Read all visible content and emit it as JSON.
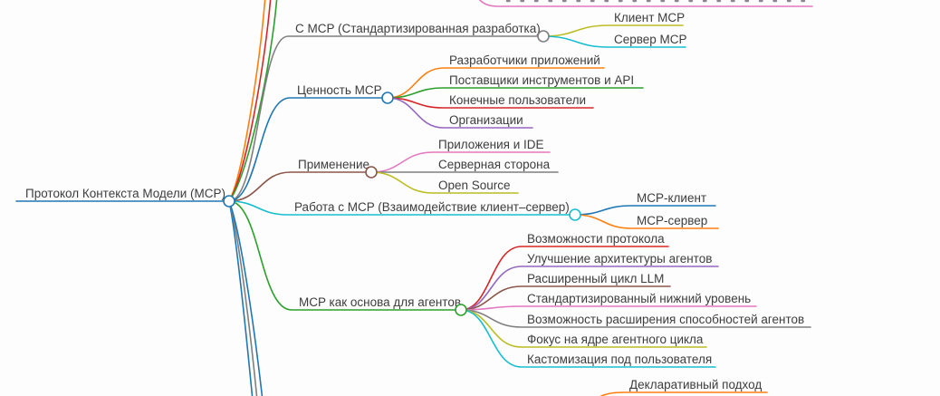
{
  "mindmap": {
    "root": {
      "label": "Протокол Контекста Модели (MCP)",
      "color": "#1f77b4"
    },
    "branches": [
      {
        "label": "С MCP (Стандартизированная разработка)",
        "color": "#7f7f7f",
        "children": [
          {
            "label": "Клиент MCP",
            "color": "#bcbd22"
          },
          {
            "label": "Сервер MCP",
            "color": "#17becf"
          }
        ]
      },
      {
        "label": "Ценность MCP",
        "color": "#1f77b4",
        "children": [
          {
            "label": "Разработчики приложений",
            "color": "#ff7f0e"
          },
          {
            "label": "Поставщики инструментов и API",
            "color": "#2ca02c"
          },
          {
            "label": "Конечные пользователи",
            "color": "#d62728"
          },
          {
            "label": "Организации",
            "color": "#9467bd"
          }
        ]
      },
      {
        "label": "Применение",
        "color": "#8c564b",
        "children": [
          {
            "label": "Приложения и IDE",
            "color": "#e377c2"
          },
          {
            "label": "Серверная сторона",
            "color": "#7f7f7f"
          },
          {
            "label": "Open Source",
            "color": "#bcbd22"
          }
        ]
      },
      {
        "label": "Работа с MCP (Взаимодействие клиент–сервер)",
        "color": "#17becf",
        "children": [
          {
            "label": "MCP-клиент",
            "color": "#1f77b4"
          },
          {
            "label": "MCP-сервер",
            "color": "#ff7f0e"
          }
        ]
      },
      {
        "label": "MCP как основа для агентов",
        "color": "#2ca02c",
        "children": [
          {
            "label": "Возможности протокола",
            "color": "#d62728"
          },
          {
            "label": "Улучшение архитектуры агентов",
            "color": "#9467bd"
          },
          {
            "label": "Расширенный цикл LLM",
            "color": "#8c564b"
          },
          {
            "label": "Стандартизированный нижний уровень",
            "color": "#e377c2"
          },
          {
            "label": "Возможность расширения способностей агентов",
            "color": "#7f7f7f"
          },
          {
            "label": "Фокус на ядре агентного цикла",
            "color": "#bcbd22"
          },
          {
            "label": "Кастомизация под пользователя",
            "color": "#17becf"
          }
        ]
      }
    ],
    "partial_top_node": {
      "color": "#e377c2"
    },
    "partial_bottom_node": {
      "label": "Декларативный подход",
      "color": "#ff7f0e"
    },
    "offscreen_top_links": [
      {
        "color": "#ff7f0e"
      },
      {
        "color": "#d62728"
      },
      {
        "color": "#2ca02c"
      }
    ],
    "offscreen_bottom_links": [
      {
        "color": "#1f77b4"
      },
      {
        "color": "#7f7f7f"
      },
      {
        "color": "#1f77b4"
      }
    ]
  }
}
